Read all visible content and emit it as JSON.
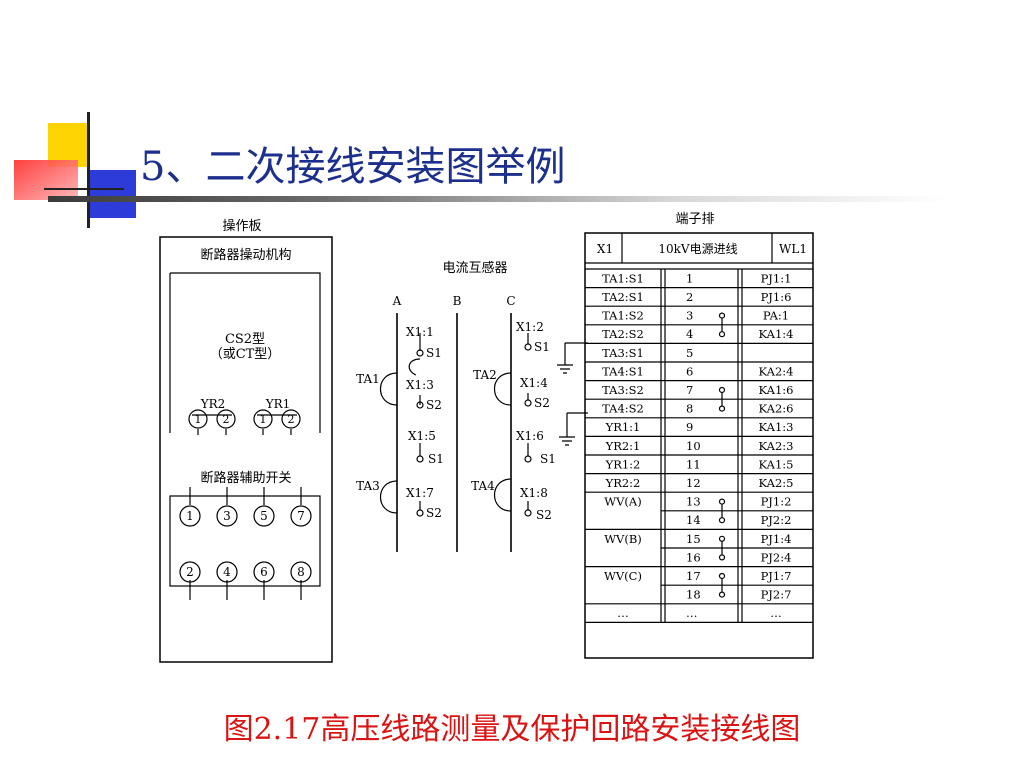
{
  "slide": {
    "title": "5、二次接线安装图举例",
    "caption": "图2.17高压线路测量及保护回路安装接线图"
  },
  "colors": {
    "title": "#1c2f8c",
    "caption": "#d81414",
    "deco_yellow": "#ffd400",
    "deco_blue": "#2d3bd8",
    "deco_red": "#ff4b4b"
  },
  "panel": {
    "title": "操作板",
    "mechanism_label": "断路器操动机构",
    "model_line1": "CS2型",
    "model_line2": "（或CT型）",
    "yr2": "YR2",
    "yr1": "YR1",
    "coil_terminals": [
      "1",
      "2",
      "1",
      "2"
    ],
    "aux_switch_label": "断路器辅助开关",
    "aux_top": [
      "1",
      "3",
      "5",
      "7"
    ],
    "aux_bottom": [
      "2",
      "4",
      "6",
      "8"
    ]
  },
  "ct": {
    "title": "电流互感器",
    "phases": [
      "A",
      "B",
      "C"
    ],
    "names": [
      "TA1",
      "TA2",
      "TA3",
      "TA4"
    ],
    "ta1": [
      "X1:1",
      "S1",
      "X1:3",
      "S2"
    ],
    "ta2": [
      "X1:2",
      "S1",
      "X1:4",
      "S2"
    ],
    "ta3": [
      "X1:5",
      "S1",
      "X1:7",
      "S2"
    ],
    "ta4": [
      "X1:6",
      "S1",
      "X1:8",
      "S2"
    ]
  },
  "terminal_block": {
    "title": "端子排",
    "header": [
      "X1",
      "10kV电源进线",
      "WL1"
    ],
    "rows": [
      [
        "TA1:S1",
        "1",
        "PJ1:1"
      ],
      [
        "TA2:S1",
        "2",
        "PJ1:6"
      ],
      [
        "TA1:S2",
        "3",
        "PA:1"
      ],
      [
        "TA2:S2",
        "4",
        "KA1:4"
      ],
      [
        "TA3:S1",
        "5",
        ""
      ],
      [
        "TA4:S1",
        "6",
        "KA2:4"
      ],
      [
        "TA3:S2",
        "7",
        "KA1:6"
      ],
      [
        "TA4:S2",
        "8",
        "KA2:6"
      ],
      [
        "YR1:1",
        "9",
        "KA1:3"
      ],
      [
        "YR2:1",
        "10",
        "KA2:3"
      ],
      [
        "YR1:2",
        "11",
        "KA1:5"
      ],
      [
        "YR2:2",
        "12",
        "KA2:5"
      ],
      [
        "WV(A)",
        "13",
        "PJ1:2"
      ],
      [
        "",
        "14",
        "PJ2:2"
      ],
      [
        "WV(B)",
        "15",
        "PJ1:4"
      ],
      [
        "",
        "16",
        "PJ2:4"
      ],
      [
        "WV(C)",
        "17",
        "PJ1:7"
      ],
      [
        "",
        "18",
        "PJ2:7"
      ],
      [
        "…",
        "…",
        "…"
      ]
    ]
  }
}
